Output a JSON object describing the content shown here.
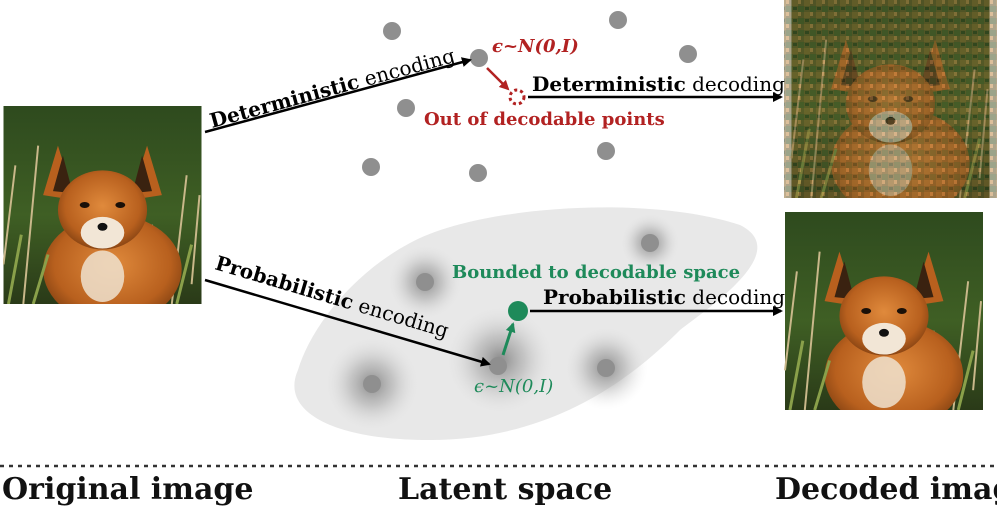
{
  "arrows": {
    "det_enc_bold": "Deterministic",
    "det_enc_rest": " encoding",
    "det_dec_bold": "Deterministic",
    "det_dec_rest": " decoding",
    "prob_enc_bold": "Probabilistic",
    "prob_enc_rest": " encoding",
    "prob_dec_bold": "Probabilistic",
    "prob_dec_rest": " decoding"
  },
  "noise": {
    "top": "ϵ~N(0,I)",
    "bottom": "ϵ~N(0,I)"
  },
  "annotations": {
    "out_of_decodable": "Out of decodable points",
    "bounded": "Bounded to decodable space"
  },
  "captions": {
    "original": "Original image",
    "latent": "Latent space",
    "decoded": "Decoded image"
  },
  "colors": {
    "red": "#b22222",
    "green": "#1e8a5a",
    "gray_point": "#8f8f8f",
    "blob": "#e8e8e8"
  },
  "images": {
    "original": "fox-photo",
    "decoded_top": "noisy-fox-photo",
    "decoded_bottom": "fox-photo"
  }
}
